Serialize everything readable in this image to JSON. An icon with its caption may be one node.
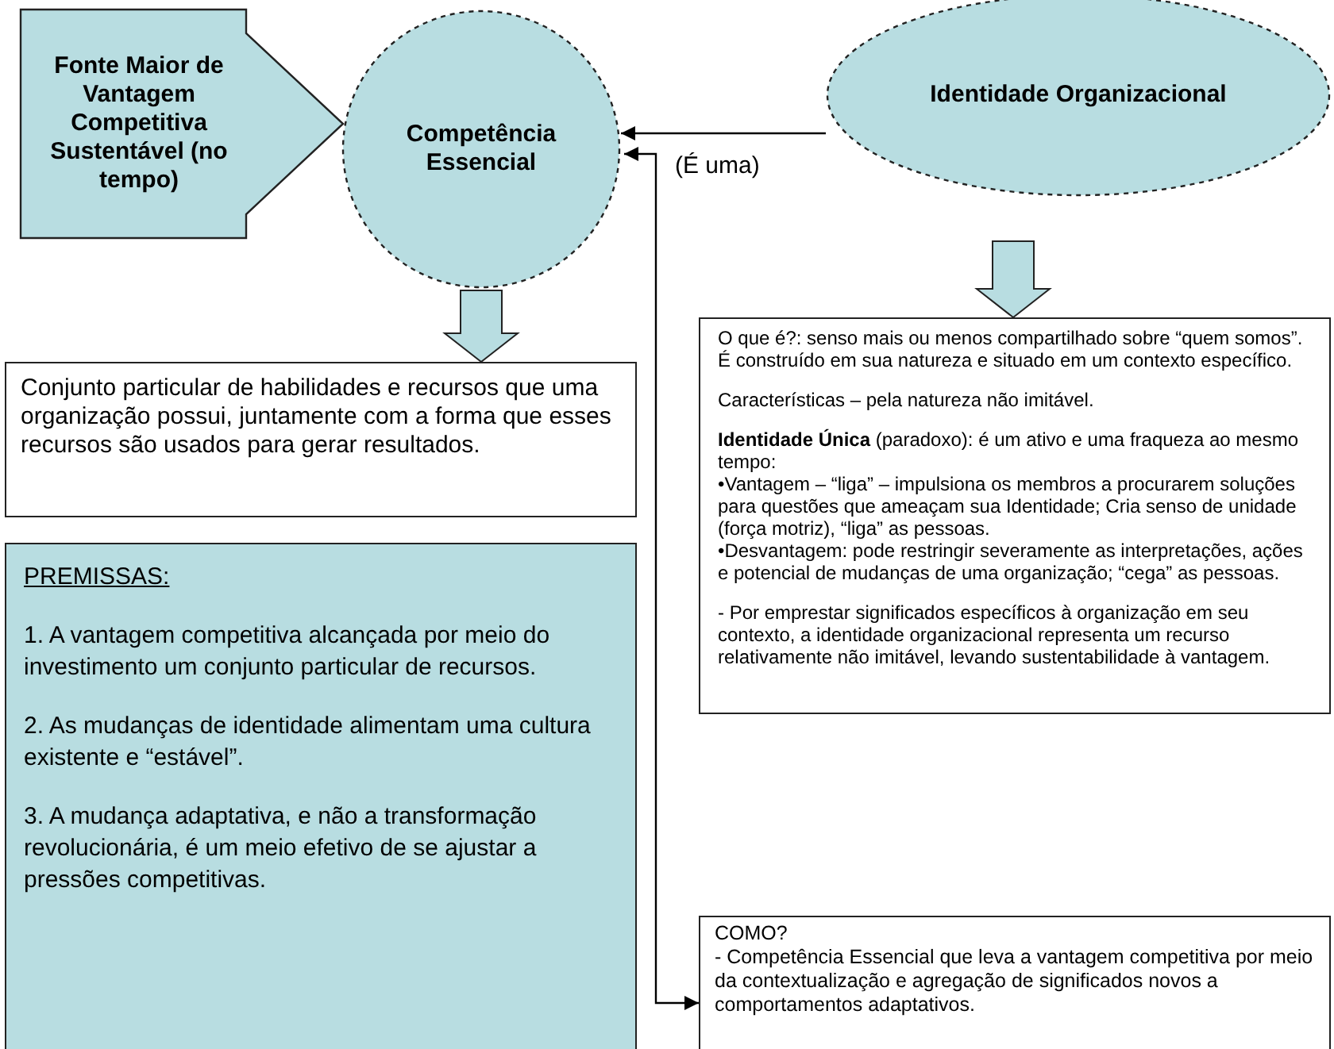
{
  "diagram": {
    "nodes": [
      {
        "text": [
          "Fonte Maior de Vantagem Competitiva Sustentável (no tempo)"
        ]
      },
      {
        "text": [
          "Competência Essencial"
        ]
      },
      {
        "text": [
          "Identidade Organizacional"
        ]
      },
      {
        "text": [
          "Conjunto particular de habilidades e recursos que uma organização possui, juntamente com a forma que esses recursos são usados para gerar resultados."
        ]
      },
      {
        "text": [
          "PREMISSAS:",
          "1. A vantagem competitiva alcançada por meio do investimento um conjunto particular de recursos.",
          "2. As mudanças de identidade alimentam uma cultura existente e “estável”.",
          "3. A mudança adaptativa, e não a transformação revolucionária, é um meio efetivo de se ajustar a pressões competitivas."
        ]
      },
      {
        "text": [
          "O que é?: senso mais ou menos compartilhado sobre “quem somos”. É construído em sua natureza e situado em um contexto específico.",
          "Características – pela natureza não imitável.",
          "**Identidade Única** (paradoxo): é um ativo e uma fraqueza ao mesmo tempo:",
          "•Vantagem – “liga” – impulsiona os membros a procurarem soluções para questões que ameaçam sua Identidade; Cria senso de unidade (força motriz), “liga” as pessoas.",
          "•Desvantagem: pode restringir severamente as interpretações, ações e potencial de mudanças de uma organização; “cega” as pessoas.",
          "- Por emprestar significados específicos à organização em seu contexto, a identidade organizacional representa um recurso relativamente não imitável, levando sustentabilidade à vantagem."
        ]
      },
      {
        "text": [
          "COMO?",
          "- Competência Essencial que leva a vantagem competitiva por meio da contextualização e agregação de significados novos a comportamentos adaptativos."
        ]
      }
    ],
    "edges": [
      {
        "from": 1,
        "to": 3,
        "arrow": "to",
        "style": "thick"
      },
      {
        "from": 2,
        "to": 1,
        "arrow": "to",
        "label": "(É uma)"
      },
      {
        "from": 2,
        "to": 5,
        "arrow": "to",
        "style": "thick"
      },
      {
        "from": 1,
        "to": 6,
        "arrow": "both"
      }
    ]
  }
}
